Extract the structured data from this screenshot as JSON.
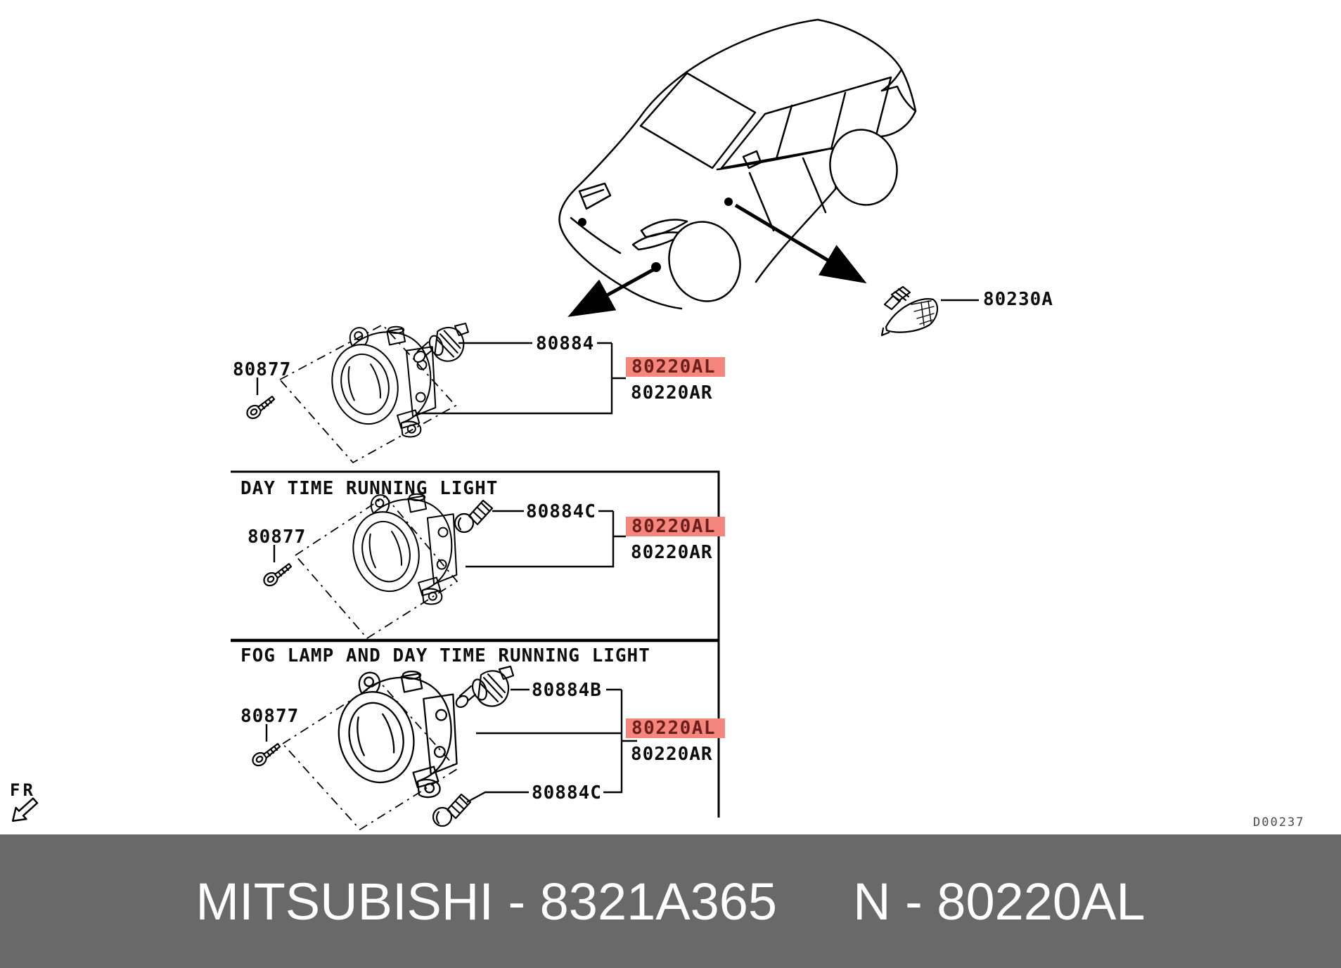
{
  "page": {
    "fr_label": "FR",
    "diagram_code": "D00237"
  },
  "side_marker": {
    "part": "80230A"
  },
  "sections": {
    "top": {
      "screw": "80877",
      "bulb": "80884",
      "lamp_left": "80220AL",
      "lamp_right": "80220AR"
    },
    "dtrl": {
      "title": "DAY TIME RUNNING LIGHT",
      "screw": "80877",
      "bulb": "80884C",
      "lamp_left": "80220AL",
      "lamp_right": "80220AR"
    },
    "fog_dtrl": {
      "title": "FOG LAMP AND DAY TIME RUNNING LIGHT",
      "screw": "80877",
      "bulb_top": "80884B",
      "bulb_bottom": "80884C",
      "lamp_left": "80220AL",
      "lamp_right": "80220AR"
    }
  },
  "footer": {
    "left_text": "MITSUBISHI - 8321A365",
    "right_text": "N - 80220AL"
  },
  "colors": {
    "highlight_bg": "#f4867d",
    "highlight_text": "#6b1f1a",
    "footer_bg": "#696969",
    "footer_text": "#ffffff"
  }
}
